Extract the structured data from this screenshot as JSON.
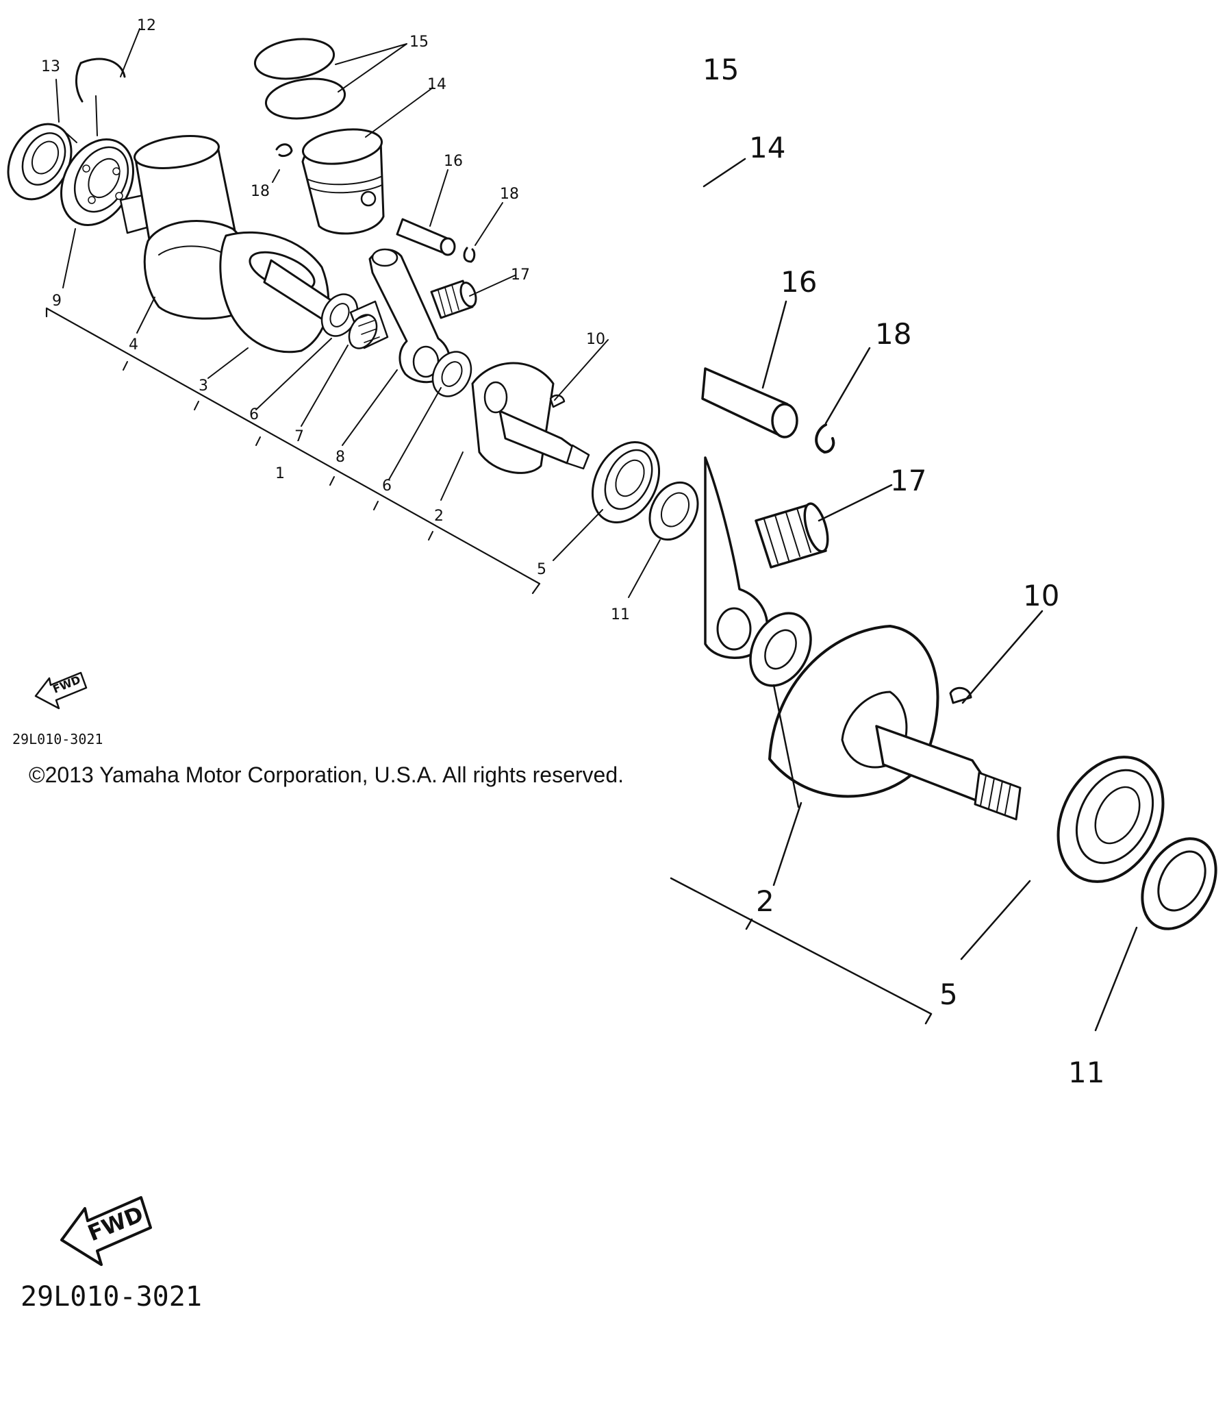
{
  "labels": [
    "1",
    "2",
    "3",
    "4",
    "5",
    "6",
    "7",
    "8",
    "9",
    "10",
    "11",
    "12",
    "13",
    "14",
    "15",
    "16",
    "17",
    "18"
  ],
  "fwd_text": "FWD",
  "diagram_code": "29L010-3021",
  "copyright": "©2013 Yamaha Motor Corporation, U.S.A. All rights reserved.",
  "zoom_labels": [
    "2",
    "5",
    "10",
    "11",
    "14",
    "15",
    "16",
    "17",
    "18"
  ]
}
